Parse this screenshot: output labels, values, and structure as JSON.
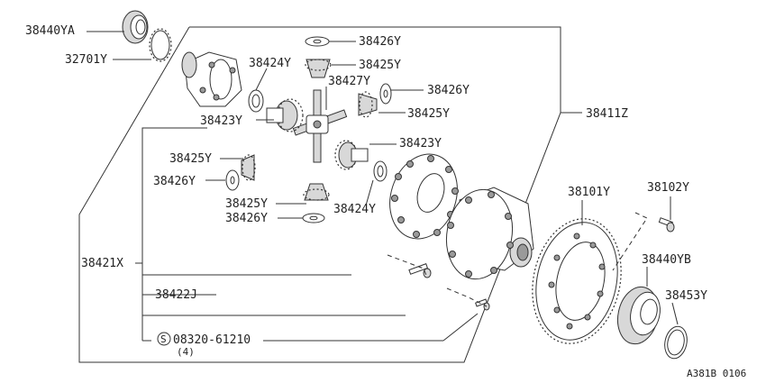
{
  "parts": {
    "p38440YA": "38440YA",
    "p32701Y": "32701Y",
    "p38426Y_top": "38426Y",
    "p38424Y_top": "38424Y",
    "p38425Y_top": "38425Y",
    "p38427Y": "38427Y",
    "p38426Y_right": "38426Y",
    "p38423Y_left": "38423Y",
    "p38425Y_right": "38425Y",
    "p38411Z": "38411Z",
    "p38423Y_right": "38423Y",
    "p38425Y_left": "38425Y",
    "p38426Y_left": "38426Y",
    "p38101Y": "38101Y",
    "p38102Y": "38102Y",
    "p38425Y_bottom": "38425Y",
    "p38424Y_bottom": "38424Y",
    "p38426Y_bottom": "38426Y",
    "p38421X": "38421X",
    "p38440YB": "38440YB",
    "p38422J": "38422J",
    "p38453Y": "38453Y",
    "bolt_code": "08320-61210",
    "bolt_prefix": "S",
    "bolt_qty": "(4)"
  },
  "figure_id": "A381B 0106"
}
